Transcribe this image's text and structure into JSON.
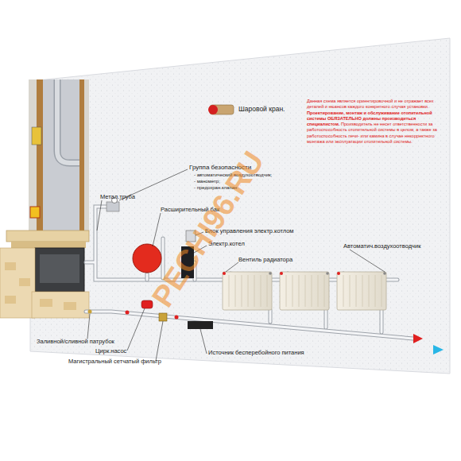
{
  "diagram": {
    "labels": [
      "Группа безопасности",
      "- автоматический воздухоотводчик;",
      "- манометр;",
      "- предохран.клапан",
      "Метал.труба",
      "Расширительный бак",
      "Блок управления электр.котлом",
      "Электр.котел",
      "Вентиль радиатора",
      "Автоматич.воздухоотводчик",
      "Заливной/сливной патрубок",
      "Цирк.насос",
      "Магистральный сетчатый фильтр",
      "Источник бесперебойного питания",
      "Данная схема является ориентировочной и не отражает всех деталей и нюансов каждого конкретного случая установки.",
      "Проектирование, монтаж и обслуживание отопительной системы ОБЯЗАТЕЛЬНО должны производиться специалистом.",
      "Производитель не несет ответственности за работоспособность отопительной системы в целом, а также за работоспособность печи- или камина в случае некорректного монтажа или эксплуатации отопительной системы.",
      "PECHI96.RU"
    ],
    "legend": [
      {
        "text": "Шаровой кран."
      }
    ]
  }
}
